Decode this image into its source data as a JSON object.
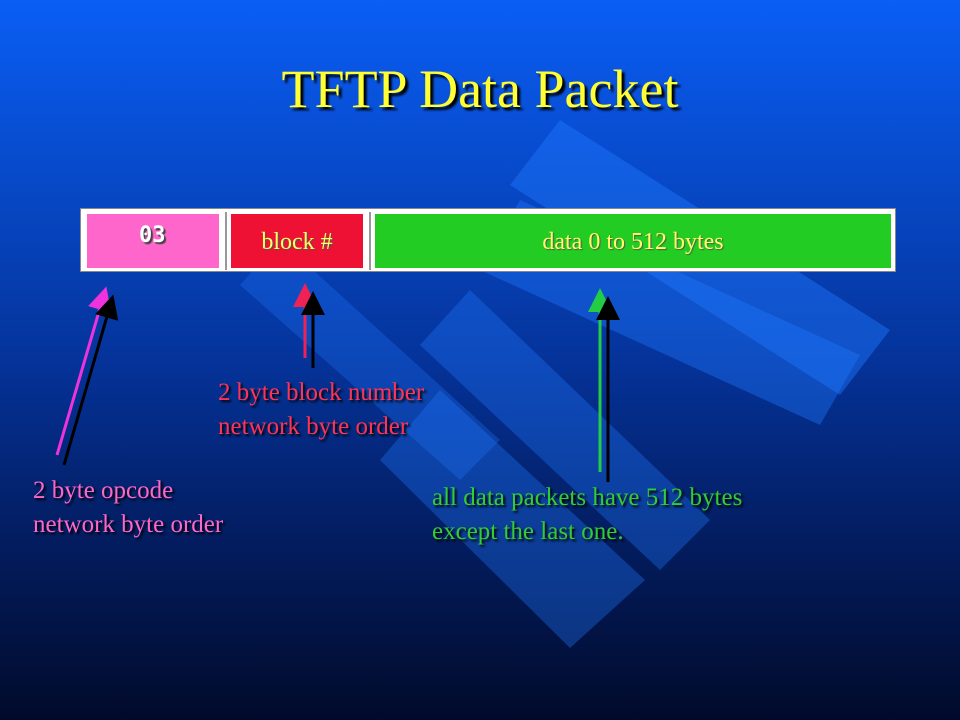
{
  "slide": {
    "title": "TFTP Data Packet"
  },
  "packet": {
    "fields": [
      {
        "label": "03",
        "color": "#ff66cc"
      },
      {
        "label": "block #",
        "color": "#ee1133"
      },
      {
        "label": "data  0 to 512 bytes",
        "color": "#22cc22"
      }
    ]
  },
  "annotations": {
    "opcode": {
      "line1": "2 byte opcode",
      "line2": "network byte order",
      "color": "#ff66cc"
    },
    "block": {
      "line1": "2 byte block number",
      "line2": "network byte order",
      "color": "#ff3355"
    },
    "data": {
      "line1": "all data packets have 512 bytes",
      "line2": "except the last one.",
      "color": "#33cc33"
    }
  },
  "colors": {
    "title": "#ffff33",
    "background_top": "#0a5ef5",
    "background_bottom": "#010a2a"
  }
}
